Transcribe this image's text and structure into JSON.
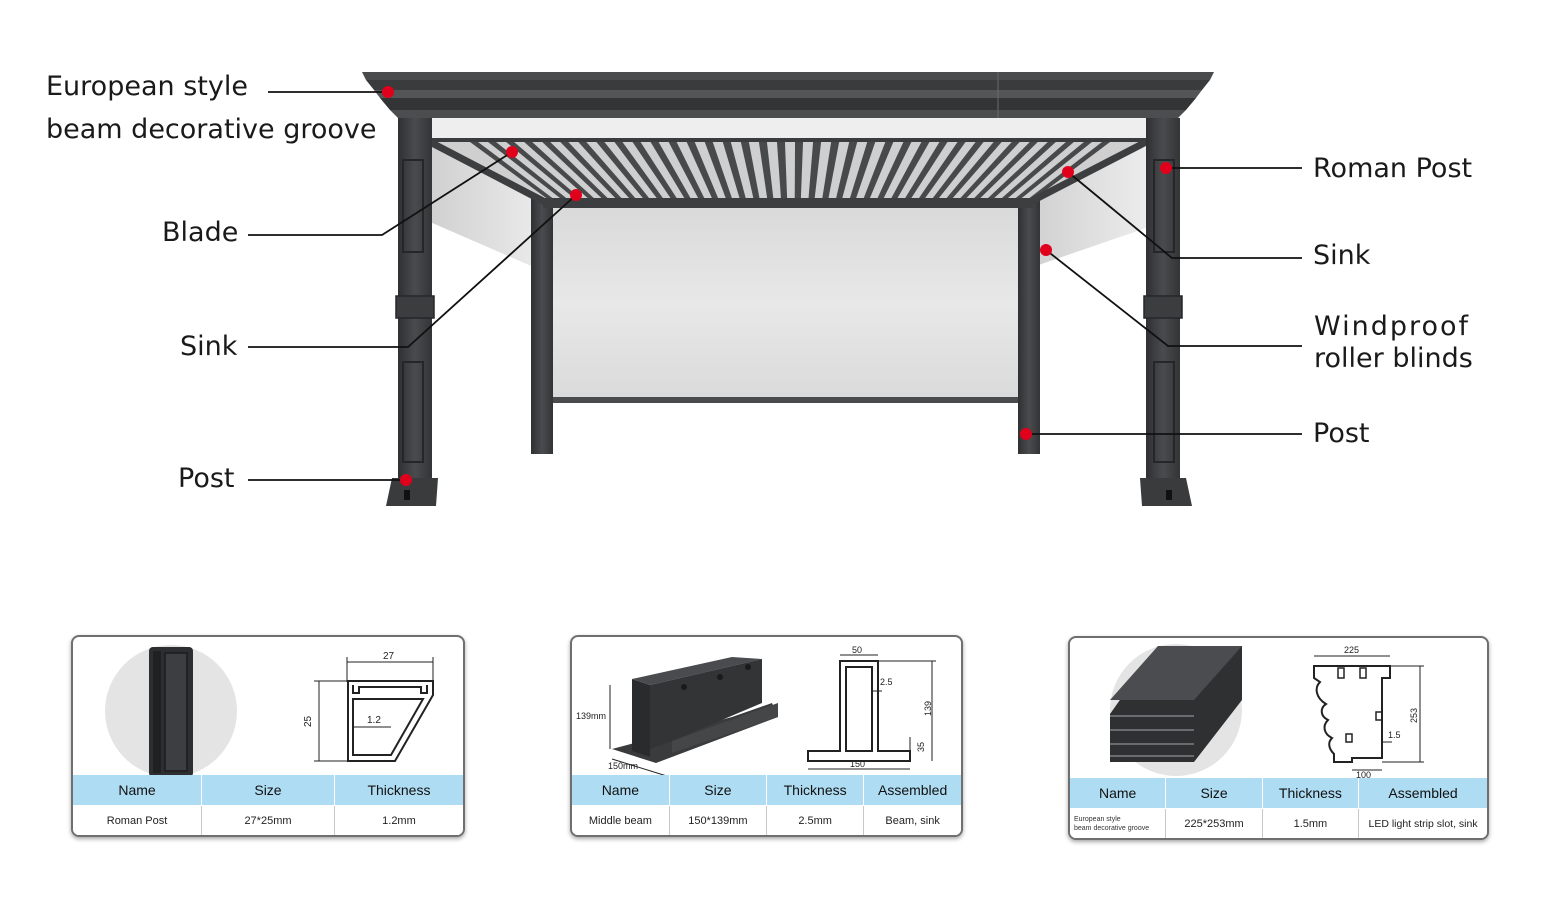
{
  "callouts": {
    "european_line1": "European style",
    "european_line2": "beam decorative groove",
    "blade": "Blade",
    "sink_left": "Sink",
    "post_left": "Post",
    "roman_post": "Roman Post",
    "sink_right": "Sink",
    "windproof_line1": "Windproof",
    "windproof_line2": "roller blinds",
    "post_right": "Post"
  },
  "colors": {
    "frame": "#3d3e40",
    "marker": "#e0001b",
    "table_header": "#aedcf3",
    "blind": "#e2e2e2"
  },
  "cards": [
    {
      "dims": {
        "width": "27",
        "height": "25",
        "thickness": "1.2"
      },
      "headers": [
        "Name",
        "Size",
        "Thickness"
      ],
      "row": [
        "Roman Post",
        "27*25mm",
        "1.2mm"
      ]
    },
    {
      "dims": {
        "height_mm": "139mm",
        "width_mm": "150mm",
        "top": "50",
        "wall": "2.5",
        "inner_h": "139",
        "base_h": "35",
        "base_w": "150"
      },
      "headers": [
        "Name",
        "Size",
        "Thickness",
        "Assembled"
      ],
      "row": [
        "Middle beam",
        "150*139mm",
        "2.5mm",
        "Beam, sink"
      ]
    },
    {
      "dims": {
        "width": "225",
        "height": "253",
        "wall": "1.5",
        "base": "100"
      },
      "headers": [
        "Name",
        "Size",
        "Thickness",
        "Assembled"
      ],
      "row_name_line1": "European style",
      "row_name_line2": "beam decorative groove",
      "row": [
        "225*253mm",
        "1.5mm",
        "LED light strip slot, sink"
      ]
    }
  ]
}
